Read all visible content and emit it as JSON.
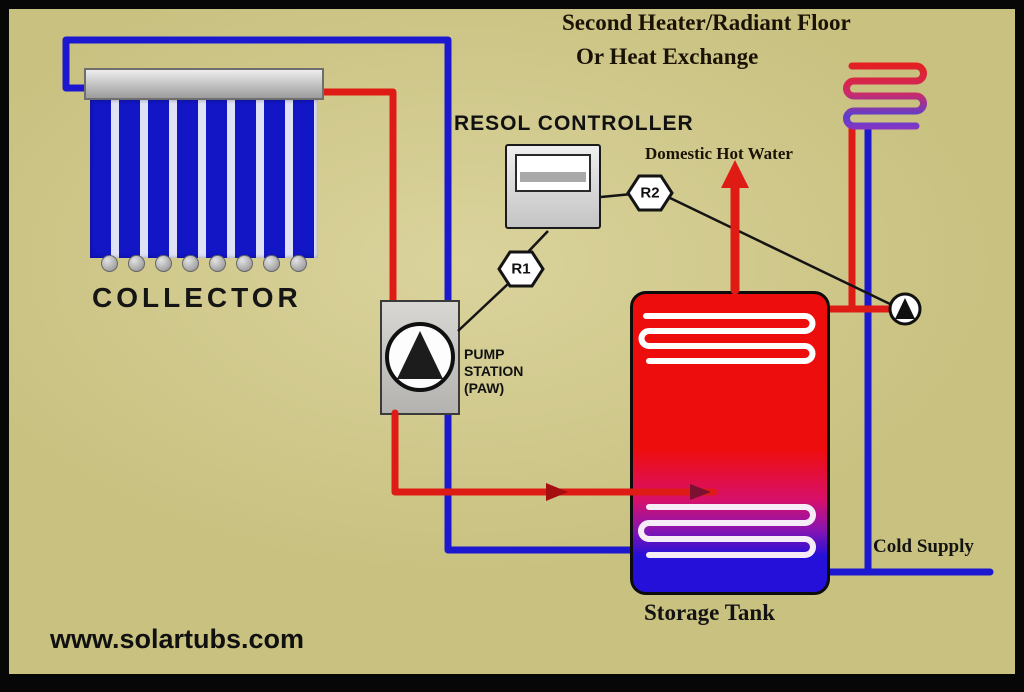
{
  "colors": {
    "background": "#c9c180",
    "pipe_red": "#df1b16",
    "pipe_blue": "#1c18cf",
    "tank_top": "#ee0d0d",
    "tank_mid": "#d8106a",
    "tank_bottom": "#2410d8",
    "coil_white": "#ffffff",
    "text_dark": "#1b1206"
  },
  "diagram": {
    "second_heater": {
      "line1": "Second Heater/Radiant Floor",
      "line2": "Or Heat Exchange"
    },
    "controller": {
      "label": "RESOL CONTROLLER"
    },
    "relays": {
      "r1": "R1",
      "r2": "R2"
    },
    "collector": {
      "label": "COLLECTOR"
    },
    "pump_station": {
      "line1": "PUMP",
      "line2": "STATION",
      "line3": "(PAW)"
    },
    "domestic_hot_water": {
      "label": "Domestic Hot Water"
    },
    "storage_tank": {
      "label": "Storage Tank"
    },
    "cold_supply": {
      "label": "Cold Supply"
    },
    "website": {
      "label": "www.solartubs.com"
    }
  }
}
